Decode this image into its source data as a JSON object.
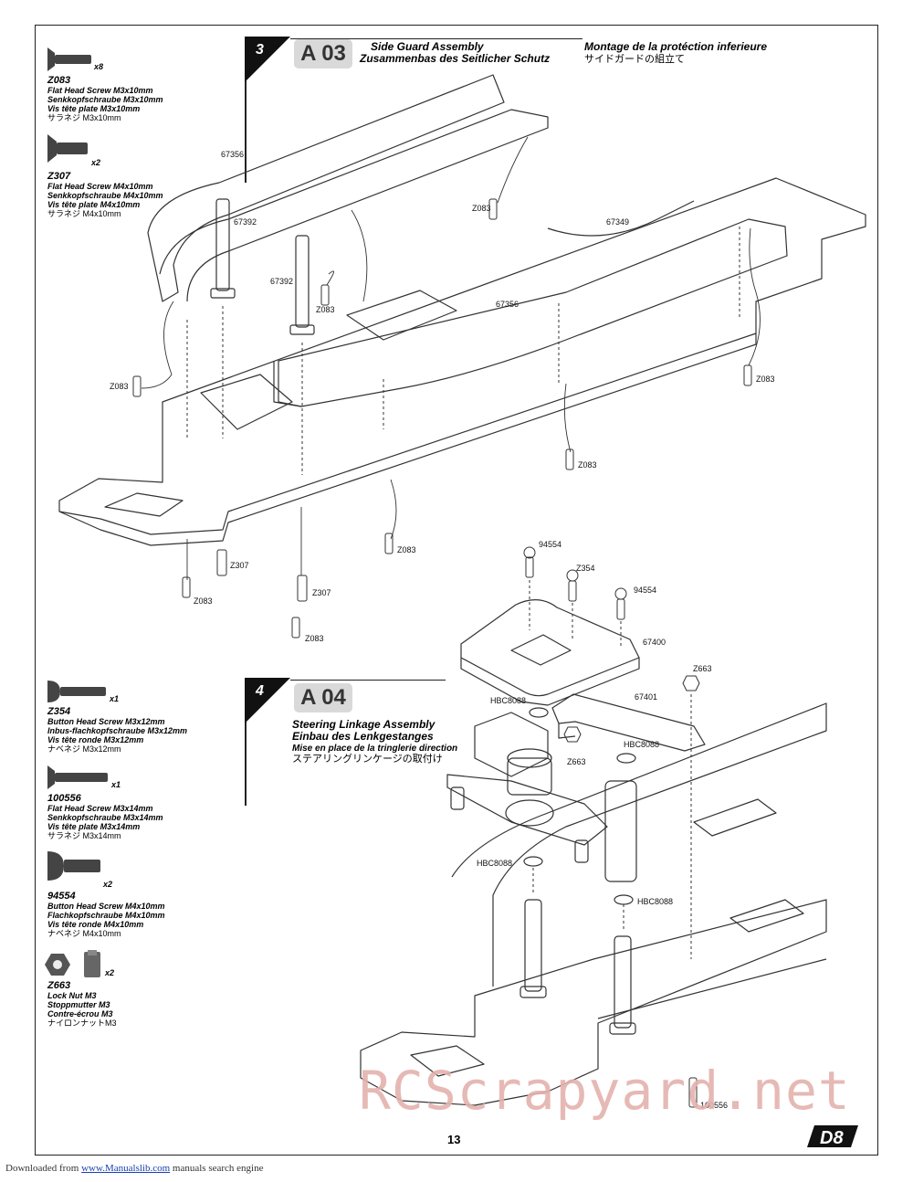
{
  "step3": {
    "number": "3",
    "code": "A 03",
    "title_en": "Side Guard Assembly",
    "title_de": "Zusammenbas des Seitlicher Schutz",
    "title_fr": "Montage de la protéction inferieure",
    "title_jp": "サイドガードの組立て"
  },
  "step4": {
    "number": "4",
    "code": "A 04",
    "title_en": "Steering Linkage Assembly",
    "title_de": "Einbau des Lenkgestanges",
    "title_fr": "Mise en place de la tringlerie direction",
    "title_jp": "ステアリングリンケージの取付け"
  },
  "parts_step3": [
    {
      "code": "Z083",
      "qty": "x8",
      "en": "Flat Head Screw M3x10mm",
      "de": "Senkkopfschraube M3x10mm",
      "fr": "Vis tête plate M3x10mm",
      "jp": "サラネジ M3x10mm",
      "icon": "flat-head-screw-icon"
    },
    {
      "code": "Z307",
      "qty": "x2",
      "en": "Flat Head Screw M4x10mm",
      "de": "Senkkopfschraube M4x10mm",
      "fr": "Vis tête plate M4x10mm",
      "jp": "サラネジ M4x10mm",
      "icon": "flat-head-screw-icon"
    }
  ],
  "parts_step4": [
    {
      "code": "Z354",
      "qty": "x1",
      "en": "Button Head Screw M3x12mm",
      "de": "Inbus-flachkopfschraube M3x12mm",
      "fr": "Vis tête ronde M3x12mm",
      "jp": "ナベネジ M3x12mm",
      "icon": "button-head-screw-icon"
    },
    {
      "code": "100556",
      "qty": "x1",
      "en": "Flat Head Screw M3x14mm",
      "de": "Senkkopfschraube M3x14mm",
      "fr": "Vis tête plate M3x14mm",
      "jp": "サラネジ M3x14mm",
      "icon": "flat-head-screw-icon"
    },
    {
      "code": "94554",
      "qty": "x2",
      "en": "Button Head Screw M4x10mm",
      "de": "Flachkopfschraube M4x10mm",
      "fr": "Vis tête ronde M4x10mm",
      "jp": "ナベネジ M4x10mm",
      "icon": "button-head-screw-icon"
    },
    {
      "code": "Z663",
      "qty": "x2",
      "en": "Lock Nut M3",
      "de": "Stoppmutter M3",
      "fr": "Contre-écrou M3",
      "jp": "ナイロンナットM3",
      "icon": "lock-nut-icon"
    }
  ],
  "labels": {
    "l67356a": "67356",
    "l67356b": "67356",
    "l67392a": "67392",
    "l67392b": "67392",
    "l67349": "67349",
    "lZ083a": "Z083",
    "lZ083b": "Z083",
    "lZ083c": "Z083",
    "lZ083d": "Z083",
    "lZ083e": "Z083",
    "lZ083f": "Z083",
    "lZ083g": "Z083",
    "lZ083h": "Z083",
    "lZ307a": "Z307",
    "lZ307b": "Z307",
    "l94554a": "94554",
    "l94554b": "94554",
    "lZ354": "Z354",
    "l67400": "67400",
    "l67401": "67401",
    "lZ663a": "Z663",
    "lZ663b": "Z663",
    "lHBC1": "HBC8088",
    "lHBC2": "HBC8088",
    "lHBC3": "HBC8088",
    "lHBC4": "HBC8088",
    "l100556": "100556"
  },
  "page_number": "13",
  "brand": "D8",
  "watermark": "RCScrapyard.net",
  "footer": {
    "prefix": "Downloaded from",
    "link": "www.Manualslib.com",
    "suffix": "manuals search engine"
  }
}
